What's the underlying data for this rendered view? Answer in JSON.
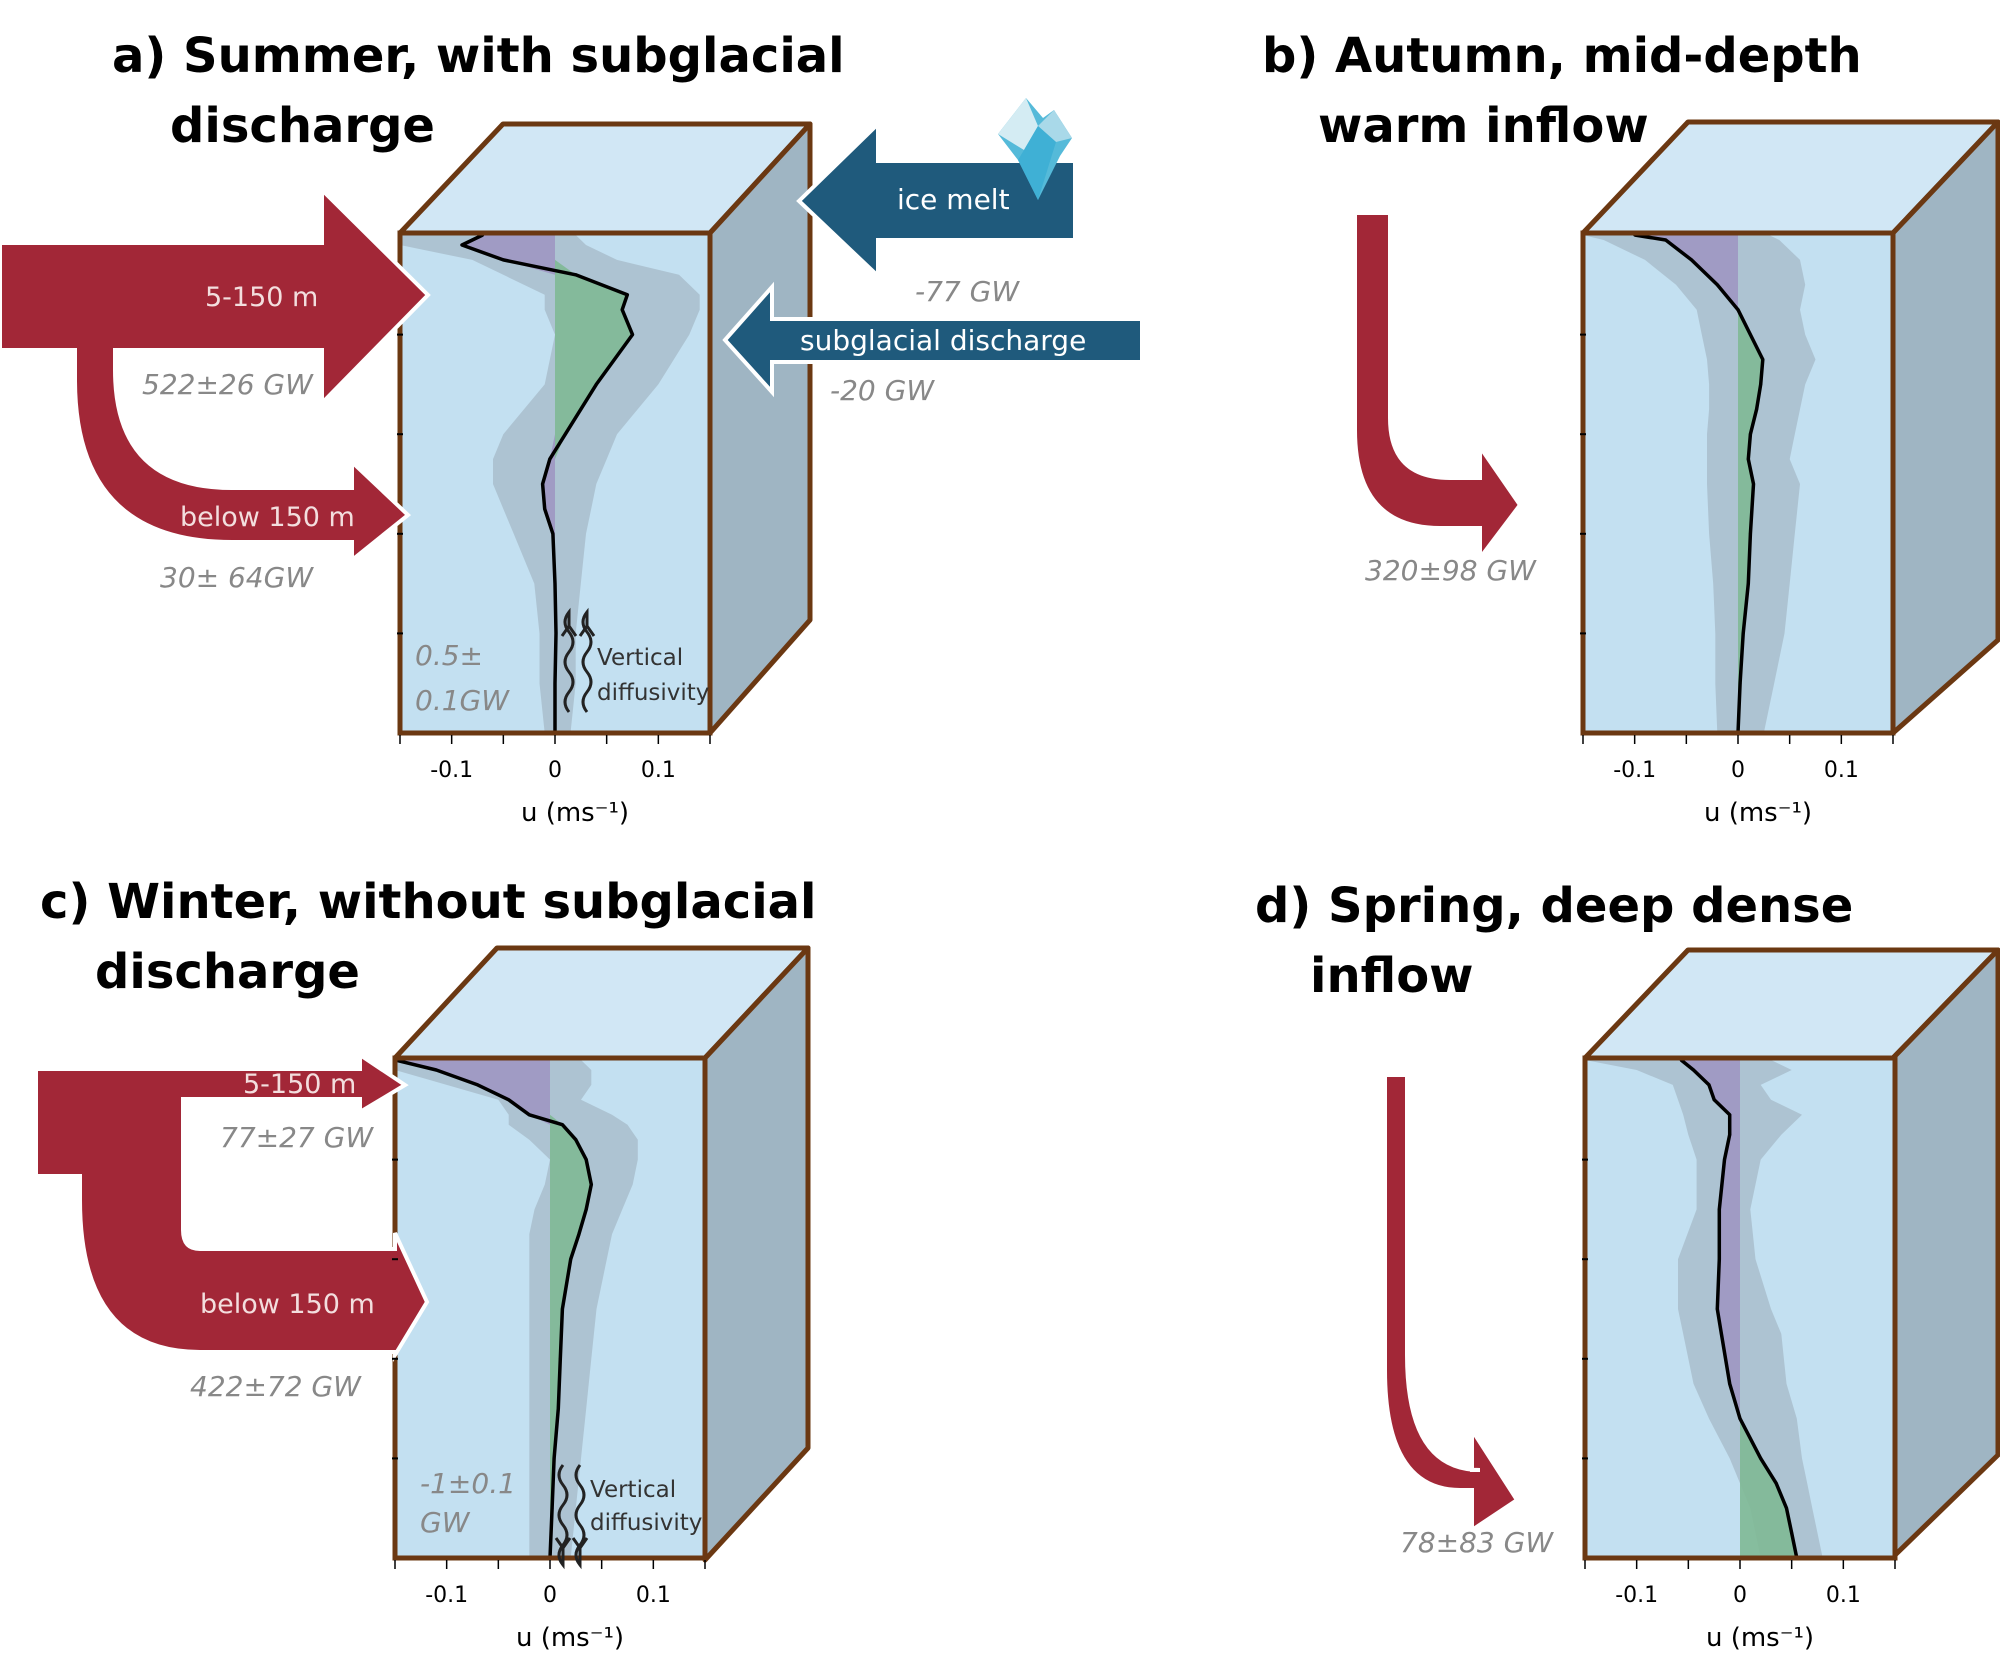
{
  "figure": {
    "colors": {
      "box_edge": "#6b3812",
      "front_face": "#c3e0f1",
      "top_face": "#d1e7f5",
      "side_face": "#9fb5c3",
      "envelope": "#9aabb8",
      "positive_fill": "#7fb995",
      "negative_fill": "#9e94c2",
      "inflow_arrow": "#a22737",
      "outflow_arrow": "#1f5a7c",
      "flux_text": "#888888"
    },
    "axis": {
      "xlabel": "u (ms⁻¹)",
      "ticks": [
        "-0.1",
        "0",
        "0.1"
      ],
      "xlim": [
        -0.15,
        0.15
      ]
    },
    "panels": [
      {
        "id": "a",
        "title_line1": "a) Summer, with subglacial",
        "title_line2": "discharge",
        "inflows": [
          {
            "label": "5-150 m",
            "flux": "522±26 GW"
          },
          {
            "label": "below 150 m",
            "flux": "30± 64GW"
          }
        ],
        "outflows": [
          {
            "label": "ice melt",
            "flux": "-77 GW",
            "icon": "iceberg-icon"
          },
          {
            "label": "subglacial discharge",
            "flux": "-20 GW"
          }
        ],
        "diffusivity": {
          "label_line1": "Vertical",
          "label_line2": "diffusivity",
          "flux_line1": "0.5±",
          "flux_line2": "0.1GW",
          "direction": "up"
        }
      },
      {
        "id": "b",
        "title_line1": "b) Autumn, mid-depth",
        "title_line2": "warm inflow",
        "inflows": [
          {
            "label": "",
            "flux": "320±98 GW"
          }
        ]
      },
      {
        "id": "c",
        "title_line1": "c) Winter, without subglacial",
        "title_line2": "discharge",
        "inflows": [
          {
            "label": "5-150 m",
            "flux": "77±27 GW"
          },
          {
            "label": "below 150 m",
            "flux": "422±72 GW"
          }
        ],
        "diffusivity": {
          "label_line1": "Vertical",
          "label_line2": "diffusivity",
          "flux_line1": "-1±0.1",
          "flux_line2": "GW",
          "direction": "down"
        }
      },
      {
        "id": "d",
        "title_line1": "d) Spring, deep dense",
        "title_line2": "inflow",
        "inflows": [
          {
            "label": "",
            "flux": "78±83 GW"
          }
        ]
      }
    ]
  },
  "chart_data": [
    {
      "type": "line",
      "panel": "a",
      "title": "Summer, with subglacial discharge",
      "xlabel": "u (ms⁻¹)",
      "xlim": [
        -0.15,
        0.15
      ],
      "xticks": [
        -0.1,
        0,
        0.1
      ],
      "depth_fraction": [
        0.0,
        0.02,
        0.05,
        0.08,
        0.12,
        0.15,
        0.2,
        0.3,
        0.4,
        0.45,
        0.5,
        0.55,
        0.6,
        0.7,
        0.8,
        0.9,
        1.0
      ],
      "mean_u": [
        -0.07,
        -0.09,
        -0.05,
        0.02,
        0.07,
        0.065,
        0.075,
        0.04,
        0.01,
        -0.005,
        -0.012,
        -0.01,
        -0.002,
        0.0,
        0.001,
        0.0,
        0.0
      ],
      "lower_u": [
        -0.15,
        -0.15,
        -0.08,
        -0.05,
        -0.01,
        -0.01,
        0.0,
        -0.01,
        -0.05,
        -0.06,
        -0.06,
        -0.05,
        -0.04,
        -0.02,
        -0.015,
        -0.015,
        -0.01
      ],
      "upper_u": [
        0.02,
        0.03,
        0.06,
        0.12,
        0.14,
        0.14,
        0.13,
        0.1,
        0.06,
        0.05,
        0.04,
        0.035,
        0.03,
        0.025,
        0.02,
        0.02,
        0.015
      ]
    },
    {
      "type": "line",
      "panel": "b",
      "title": "Autumn, mid-depth warm inflow",
      "xlabel": "u (ms⁻¹)",
      "xlim": [
        -0.15,
        0.15
      ],
      "xticks": [
        -0.1,
        0,
        0.1
      ],
      "depth_fraction": [
        0.0,
        0.01,
        0.05,
        0.1,
        0.15,
        0.2,
        0.25,
        0.3,
        0.35,
        0.4,
        0.45,
        0.5,
        0.6,
        0.7,
        0.8,
        0.9,
        1.0
      ],
      "mean_u": [
        -0.1,
        -0.07,
        -0.045,
        -0.02,
        0.0,
        0.012,
        0.024,
        0.022,
        0.018,
        0.012,
        0.01,
        0.015,
        0.012,
        0.01,
        0.005,
        0.002,
        0.0
      ],
      "lower_u": [
        -0.15,
        -0.13,
        -0.09,
        -0.06,
        -0.04,
        -0.035,
        -0.03,
        -0.028,
        -0.028,
        -0.03,
        -0.03,
        -0.03,
        -0.028,
        -0.024,
        -0.022,
        -0.022,
        -0.02
      ],
      "upper_u": [
        0.03,
        0.04,
        0.06,
        0.065,
        0.06,
        0.065,
        0.075,
        0.065,
        0.06,
        0.055,
        0.05,
        0.06,
        0.055,
        0.05,
        0.045,
        0.035,
        0.025
      ]
    },
    {
      "type": "line",
      "panel": "c",
      "title": "Winter, without subglacial discharge",
      "xlabel": "u (ms⁻¹)",
      "xlim": [
        -0.15,
        0.15
      ],
      "xticks": [
        -0.1,
        0,
        0.1
      ],
      "depth_fraction": [
        0.0,
        0.02,
        0.05,
        0.08,
        0.11,
        0.13,
        0.16,
        0.2,
        0.25,
        0.3,
        0.35,
        0.4,
        0.5,
        0.6,
        0.7,
        0.8,
        0.9,
        1.0
      ],
      "mean_u": [
        -0.15,
        -0.11,
        -0.07,
        -0.04,
        -0.02,
        0.012,
        0.025,
        0.035,
        0.04,
        0.035,
        0.028,
        0.02,
        0.012,
        0.01,
        0.008,
        0.004,
        0.002,
        0.0
      ],
      "lower_u": [
        -0.15,
        -0.15,
        -0.1,
        -0.05,
        -0.04,
        -0.04,
        -0.02,
        0.0,
        -0.005,
        -0.015,
        -0.02,
        -0.02,
        -0.02,
        -0.02,
        -0.02,
        -0.02,
        -0.02,
        -0.02
      ],
      "upper_u": [
        0.03,
        0.04,
        0.04,
        0.03,
        0.06,
        0.075,
        0.085,
        0.085,
        0.08,
        0.07,
        0.06,
        0.055,
        0.045,
        0.04,
        0.035,
        0.03,
        0.025,
        0.02
      ]
    },
    {
      "type": "line",
      "panel": "d",
      "title": "Spring, deep dense inflow",
      "xlabel": "u (ms⁻¹)",
      "xlim": [
        -0.15,
        0.15
      ],
      "xticks": [
        -0.1,
        0,
        0.1
      ],
      "depth_fraction": [
        0.0,
        0.02,
        0.05,
        0.08,
        0.11,
        0.15,
        0.2,
        0.3,
        0.4,
        0.5,
        0.55,
        0.65,
        0.72,
        0.8,
        0.85,
        0.9,
        0.95,
        1.0
      ],
      "mean_u": [
        -0.057,
        -0.045,
        -0.03,
        -0.025,
        -0.01,
        -0.01,
        -0.015,
        -0.02,
        -0.02,
        -0.022,
        -0.018,
        -0.01,
        0.0,
        0.02,
        0.035,
        0.045,
        0.05,
        0.055
      ],
      "lower_u": [
        -0.15,
        -0.1,
        -0.065,
        -0.06,
        -0.055,
        -0.05,
        -0.042,
        -0.042,
        -0.06,
        -0.06,
        -0.055,
        -0.045,
        -0.03,
        -0.01,
        0.0,
        0.01,
        0.015,
        0.02
      ],
      "upper_u": [
        0.03,
        0.05,
        0.02,
        0.03,
        0.06,
        0.04,
        0.02,
        0.01,
        0.015,
        0.03,
        0.04,
        0.045,
        0.055,
        0.06,
        0.065,
        0.07,
        0.075,
        0.08
      ]
    }
  ]
}
